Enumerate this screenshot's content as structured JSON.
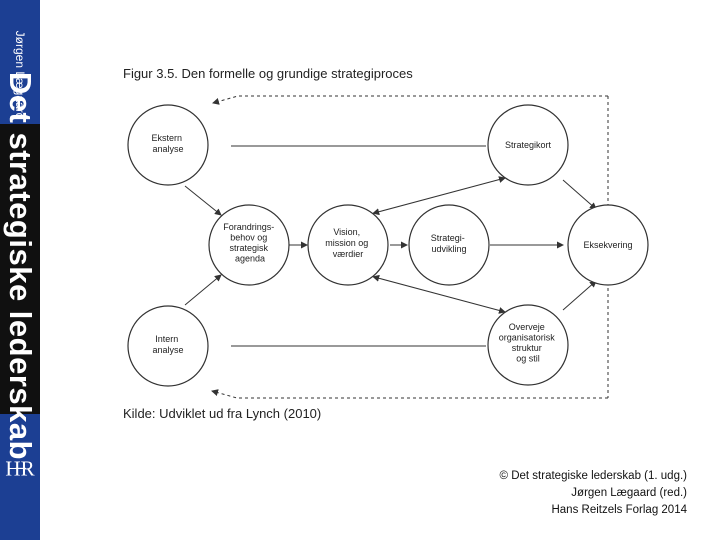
{
  "book_spine": {
    "author": "Jørgen Lægaard",
    "title": "Det strategiske lederskab",
    "publisher_logo": "H̶R"
  },
  "figure": {
    "title": "Figur 3.5. Den formelle og grundige strategiproces",
    "source": "Kilde: Udviklet ud fra Lynch (2010)",
    "nodes": {
      "ekstern": [
        "Ekstern",
        "analyse"
      ],
      "intern": [
        "Intern",
        "analyse"
      ],
      "forandring": [
        "Forandrings-",
        "behov og",
        "strategisk",
        "agenda"
      ],
      "vision": [
        "Vision,",
        "mission og",
        "værdier"
      ],
      "strategiudvikling": [
        "Strategi-",
        "udvikling"
      ],
      "strategikort": [
        "Strategikort"
      ],
      "eksekvering": [
        "Eksekvering"
      ],
      "overveje": [
        "Overveje",
        "organisatorisk",
        "struktur",
        "og stil"
      ]
    }
  },
  "copyright": {
    "line1": "© Det strategiske lederskab (1. udg.)",
    "line2": "Jørgen Lægaard (red.)",
    "line3": "Hans Reitzels Forlag 2014"
  },
  "colors": {
    "spine_blue": "#1c3f93",
    "spine_band": "#101010",
    "diagram_stroke": "#333333"
  }
}
